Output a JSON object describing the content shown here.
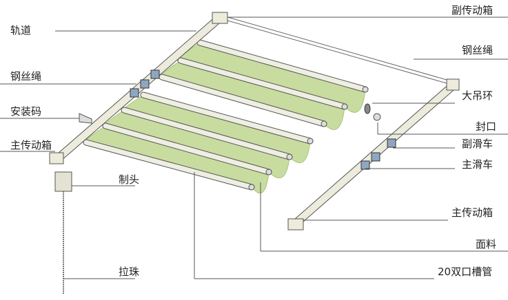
{
  "title": "Track awning / canopy structure diagram",
  "labels": {
    "rail": "轨道",
    "wire_left": "钢丝绳",
    "mount_bracket": "安装码",
    "main_gearbox_left": "主传动箱",
    "control_head": "制头",
    "bead_chain": "拉珠",
    "aux_gearbox": "副传动箱",
    "wire_right": "钢丝绳",
    "big_hook_ring": "大吊环",
    "end_cap": "封口",
    "aux_carriage": "副滑车",
    "main_carriage": "主滑车",
    "main_gearbox_right": "主传动箱",
    "fabric": "面料",
    "tube": "20双口槽管"
  },
  "colors": {
    "fabric": "#c8dca0",
    "fabric_dark": "#a9c47c",
    "rail": "#ecebdc",
    "outline": "#555555",
    "leader": "#555555"
  }
}
